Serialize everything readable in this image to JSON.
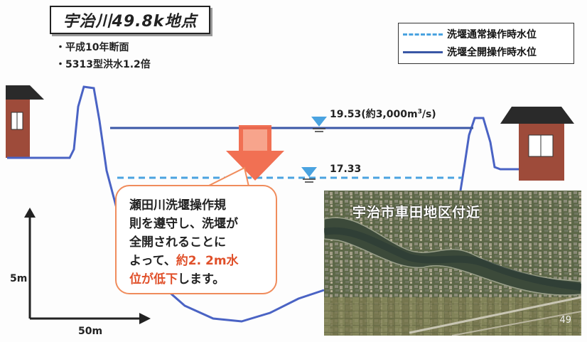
{
  "title": "宇治川49.8k地点",
  "notes": [
    "・平成10年断面",
    "・5313型洪水1.2倍"
  ],
  "legend": {
    "normal": "洗堰通常操作時水位",
    "full": "洗堰全開操作時水位"
  },
  "water_levels": {
    "high_value": "19.53",
    "high_note_prefix": "(約3,000m",
    "high_note_sup": "3",
    "high_note_suffix": "/s)",
    "low_value": "17.33"
  },
  "callout": {
    "line1": "瀬田川洗堰操作規",
    "line2": "則を遵守し、洗堰が",
    "line3": "全開されることに",
    "line4_prefix": "よって、",
    "line4_highlight": "約2. 2m水",
    "line5_highlight": "位が低下",
    "line5_suffix": "します。"
  },
  "photo": {
    "caption": "宇治市車田地区付近",
    "page_number": "49"
  },
  "scale": {
    "vertical": "5m",
    "horizontal": "50m"
  },
  "colors": {
    "full_level_line": "#3a57a6",
    "normal_level_line": "#4aa3e0",
    "riverbed_line": "#4a63c4",
    "arrow": "#f0684a",
    "house_roof": "#2a2a2a",
    "house_wall": "#9e4b3a"
  }
}
